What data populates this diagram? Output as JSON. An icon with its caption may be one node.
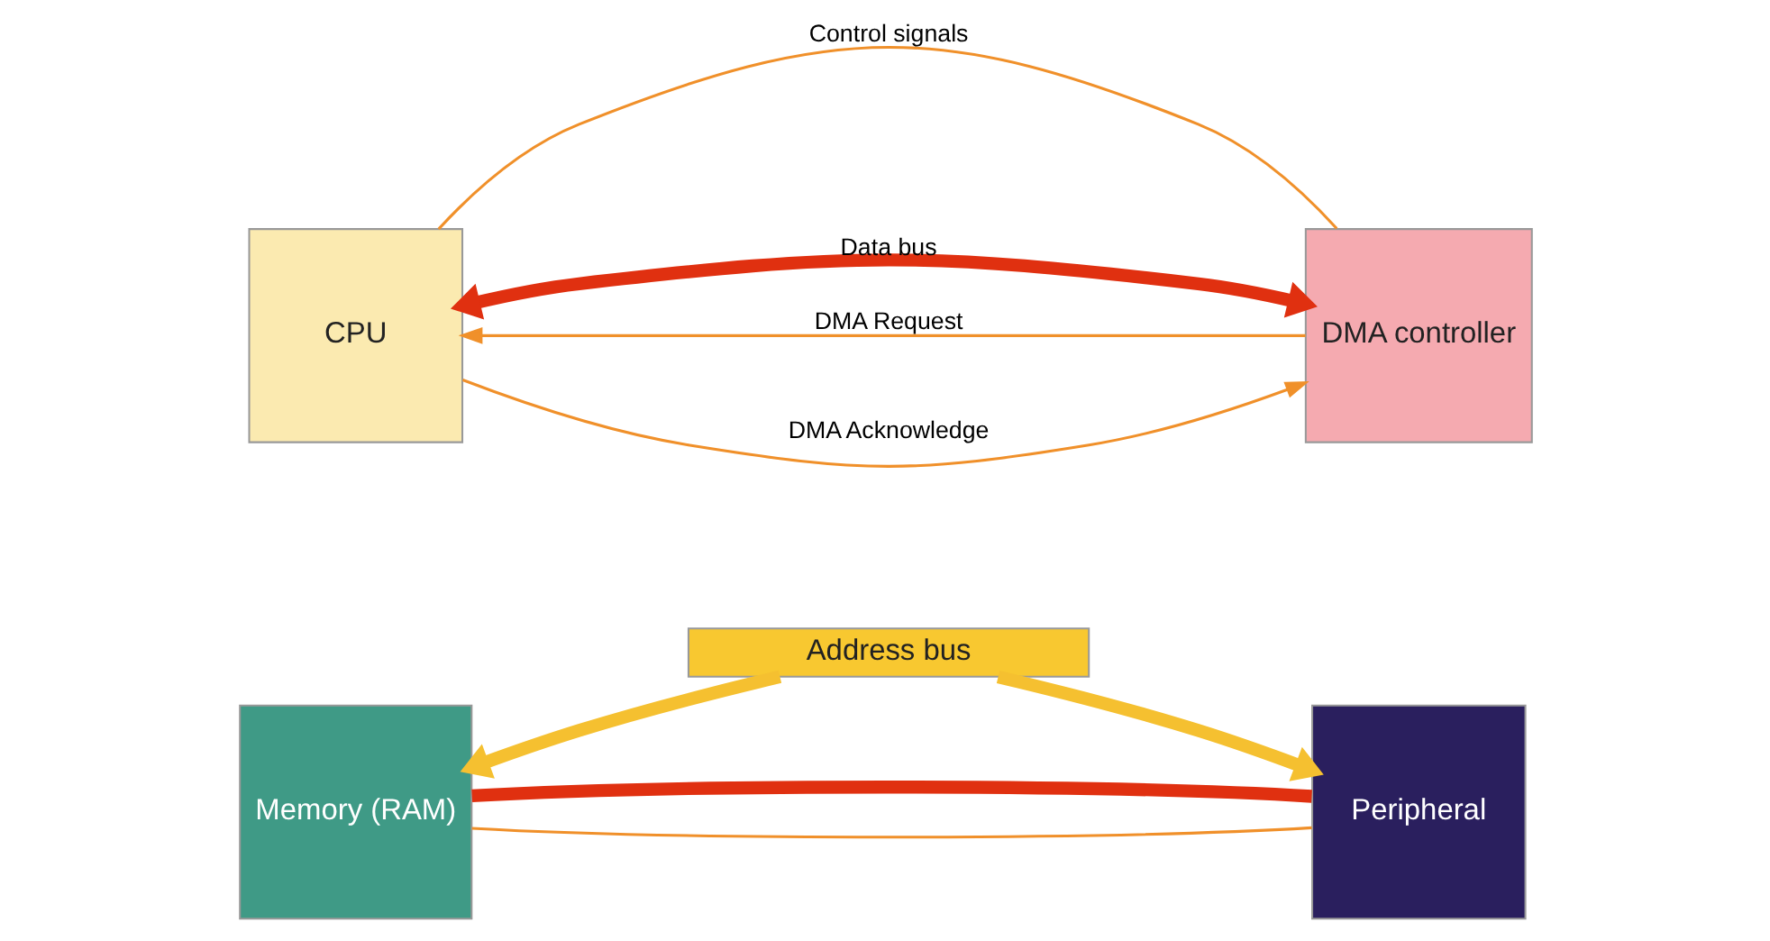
{
  "diagram": {
    "nodes": [
      {
        "text": [
          "CPU"
        ]
      },
      {
        "text": [
          "DMA controller"
        ]
      },
      {
        "text": [
          "Memory (RAM)"
        ]
      },
      {
        "text": [
          "Peripheral"
        ]
      },
      {
        "text": [
          "Address bus"
        ]
      }
    ],
    "edges": [
      {
        "from": 0,
        "to": 1,
        "arrow": "to",
        "label": "DMA Acknowledge"
      },
      {
        "from": 1,
        "to": 0,
        "arrow": "to",
        "label": "DMA Request"
      },
      {
        "from": 0,
        "to": 1,
        "arrow": "none",
        "label": "Control signals"
      },
      {
        "from": 2,
        "to": 3,
        "arrow": "none"
      },
      {
        "from": 0,
        "to": 1,
        "arrow": "both",
        "label": "Data bus",
        "style": "thick",
        "color": "#e03010"
      },
      {
        "from": 2,
        "to": 3,
        "arrow": "none",
        "style": "thick",
        "color": "#e03010"
      },
      {
        "from": 4,
        "to": 2,
        "arrow": "to",
        "style": "thick",
        "color": "#f5c030"
      },
      {
        "from": 4,
        "to": 3,
        "arrow": "to",
        "style": "thick",
        "color": "#f5c030"
      }
    ]
  }
}
